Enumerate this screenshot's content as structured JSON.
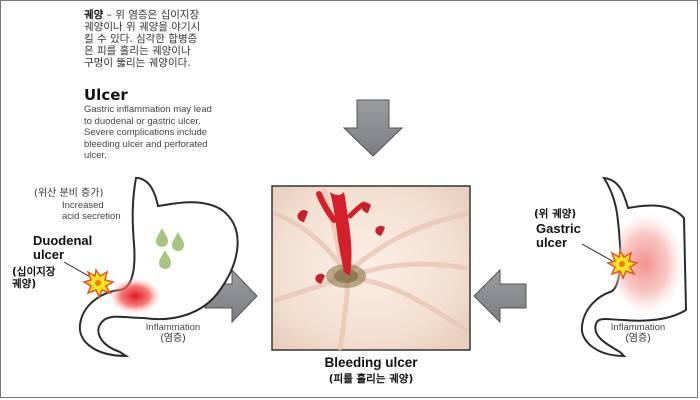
{
  "definition": {
    "ko_term": "궤양",
    "ko_dash": " – ",
    "ko_line1": "위 염증은 십이지장",
    "ko_line2": "궤양이나 위 궤양을 야기시",
    "ko_line3": "킬 수 있다. 심각한 합병증",
    "ko_line4": "은 피를 흘리는 궤양이나",
    "ko_line5": "구멍이 뚫리는 궤양이다."
  },
  "ulcer": {
    "title": "Ulcer",
    "line1": "Gastric inflammation may lead",
    "line2": "to duodenal or gastric ulcer.",
    "line3": "Severe complications include",
    "line4": "bleeding ulcer and perforated",
    "line5": "ulcer."
  },
  "left_panel": {
    "acid_ko": "(위산 분비 증가)",
    "acid_en1": "Increased",
    "acid_en2": "acid secretion",
    "duodenal1": "Duodenal",
    "duodenal2": "ulcer",
    "duodenal_ko1": "(십이지장",
    "duodenal_ko2": "궤양)",
    "inflammation_en": "Inflammation",
    "inflammation_ko": "(염증)"
  },
  "right_panel": {
    "gastric_ko": "(위 궤양)",
    "gastric1": "Gastric",
    "gastric2": "ulcer",
    "inflammation_en": "Inflammation",
    "inflammation_ko": "(염증)"
  },
  "center": {
    "bleeding_title": "Bleeding ulcer",
    "bleeding_ko": "(피를 흘리는 궤양)"
  },
  "colors": {
    "arrow": "#8a8c8f",
    "blood": "#c8202a",
    "stomach_fill": "#ffffff",
    "tissue": "#f3e4d8",
    "inflamed": "#f7b9b6"
  }
}
